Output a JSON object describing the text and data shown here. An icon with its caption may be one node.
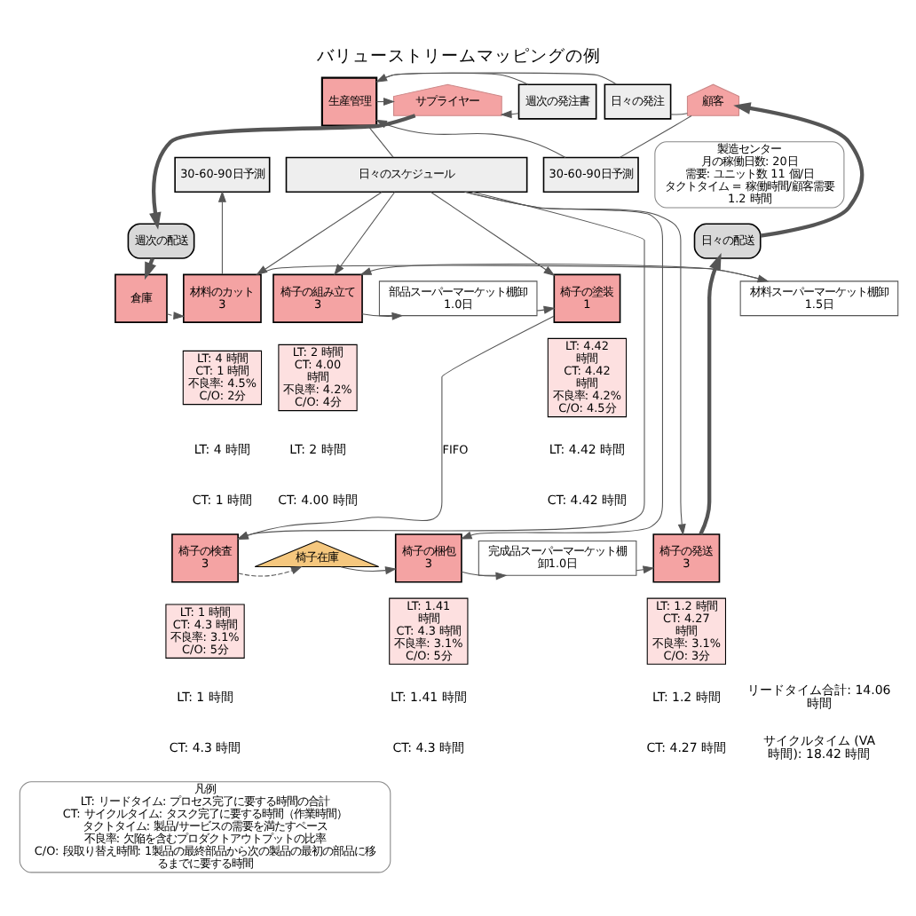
{
  "diagram": {
    "title": "バリューストリームマッピングの例",
    "nodes": [
      {
        "text": [
          "生産管理"
        ]
      },
      {
        "text": [
          "サプライヤー"
        ]
      },
      {
        "text": [
          "顧客"
        ]
      },
      {
        "text": [
          "週次の発注書"
        ]
      },
      {
        "text": [
          "日々の発注"
        ]
      },
      {
        "text": [
          "30-60-90日予測"
        ]
      },
      {
        "text": [
          "30-60-90日予測"
        ]
      },
      {
        "text": [
          "日々のスケジュール"
        ]
      },
      {
        "text": [
          "週次の配送"
        ]
      },
      {
        "text": [
          "日々の配送"
        ]
      },
      {
        "text": [
          "倉庫"
        ]
      },
      {
        "text": [
          "材料のカット",
          "3"
        ]
      },
      {
        "text": [
          "椅子の組み立て",
          "3"
        ]
      },
      {
        "text": [
          "椅子の塗装",
          "1"
        ]
      },
      {
        "text": [
          "椅子の検査",
          "3"
        ]
      },
      {
        "text": [
          "椅子の梱包",
          "3"
        ]
      },
      {
        "text": [
          "椅子の発送",
          "3"
        ]
      },
      {
        "text": [
          "LT: 4 時間",
          "CT: 1 時間",
          "不良率: 4.5%",
          "C/O: 2分"
        ]
      },
      {
        "text": [
          "LT: 2 時間",
          "CT: 4.00 時間",
          "不良率: 4.2%",
          "C/O: 4分"
        ]
      },
      {
        "text": [
          "LT: 4.42 時間",
          "CT: 4.42 時間",
          "不良率: 4.2%",
          "C/O: 4.5分"
        ]
      },
      {
        "text": [
          "LT: 1 時間",
          "CT: 4.3 時間",
          "不良率: 3.1%",
          "C/O: 5分"
        ]
      },
      {
        "text": [
          "LT: 1.41 時間",
          "CT: 4.3 時間",
          "不良率: 3.1%",
          "C/O: 5分"
        ]
      },
      {
        "text": [
          "LT: 1.2 時間",
          "CT: 4.27 時間",
          "不良率: 3.1%",
          "C/O: 3分"
        ]
      },
      {
        "text": [
          "材料スーパーマーケット棚卸1.5日"
        ]
      },
      {
        "text": [
          "部品スーパーマーケット棚卸1.0日"
        ]
      },
      {
        "text": [
          "椅子在庫"
        ]
      },
      {
        "text": [
          "完成品スーパーマーケット棚卸1.0日"
        ]
      },
      {
        "text": [
          "凡例",
          "LT: リードタイム: プロセス完了に要する時間の合計",
          "CT: サイクルタイム: タスク完了に要する時間（作業時間）",
          "タクトタイム: 製品/サービスの需要を満たすペース",
          "不良率: 欠陥を含むプロダクトアウトプットの比率",
          "C/O: 段取り替え時間: 1製品の最終部品から次の製品の最初の部品に移るまでに要する時間"
        ]
      },
      {
        "text": [
          "製造センター",
          "月の稼働日数: 20日",
          "需要: ユニット数 11 個/日",
          "タクトタイム = 稼働時間/顧客需要 1.2 時間"
        ]
      }
    ],
    "edges": [
      {
        "from": 0,
        "to": 3,
        "arrow": "none"
      },
      {
        "from": 3,
        "to": 1,
        "arrow": "to"
      },
      {
        "from": 0,
        "to": 1,
        "arrow": "to"
      },
      {
        "from": 11,
        "to": 5,
        "arrow": "to"
      },
      {
        "from": 2,
        "to": 4,
        "arrow": "none"
      },
      {
        "from": 4,
        "to": 0,
        "arrow": "to"
      },
      {
        "from": 2,
        "to": 6,
        "arrow": "none"
      },
      {
        "from": 6,
        "to": 0,
        "arrow": "to"
      },
      {
        "from": 0,
        "to": 7,
        "arrow": "none"
      },
      {
        "from": 7,
        "to": 11,
        "arrow": "to"
      },
      {
        "from": 7,
        "to": 12,
        "arrow": "to"
      },
      {
        "from": 7,
        "to": 13,
        "arrow": "to"
      },
      {
        "from": 7,
        "to": 14,
        "arrow": "to"
      },
      {
        "from": 7,
        "to": 15,
        "arrow": "to"
      },
      {
        "from": 7,
        "to": 16,
        "arrow": "to"
      },
      {
        "from": 1,
        "to": 8,
        "arrow": "to",
        "style": "thick"
      },
      {
        "from": 8,
        "to": 10,
        "arrow": "to",
        "style": "thick"
      },
      {
        "from": 10,
        "to": 11,
        "arrow": "to",
        "style": "dashed"
      },
      {
        "from": 11,
        "to": 23,
        "arrow": "to"
      },
      {
        "from": 23,
        "to": 12,
        "arrow": "to"
      },
      {
        "from": 12,
        "to": 24,
        "arrow": "to"
      },
      {
        "from": 24,
        "to": 13,
        "arrow": "to"
      },
      {
        "from": 13,
        "to": 14,
        "arrow": "to",
        "label": "FIFO"
      },
      {
        "from": 14,
        "to": 25,
        "arrow": "to",
        "style": "dashed"
      },
      {
        "from": 25,
        "to": 15,
        "arrow": "to"
      },
      {
        "from": 15,
        "to": 26,
        "arrow": "to"
      },
      {
        "from": 26,
        "to": 16,
        "arrow": "to"
      },
      {
        "from": 16,
        "to": 9,
        "arrow": "to",
        "style": "thick"
      },
      {
        "from": 9,
        "to": 2,
        "arrow": "to",
        "style": "thick"
      }
    ],
    "labels": [
      "LT: 4 時間",
      "LT: 2 時間",
      "LT: 4.42 時間",
      "LT: 1 時間",
      "LT: 1.41 時間",
      "LT: 1.2 時間",
      "リードタイム合計: 14.06 時間",
      "CT: 1 時間",
      "CT: 4.00 時間",
      "CT: 4.42 時間",
      "CT: 4.3 時間",
      "CT: 4.3 時間",
      "CT: 4.27 時間",
      "サイクルタイム (VA 時間): 18.42 時間"
    ]
  }
}
